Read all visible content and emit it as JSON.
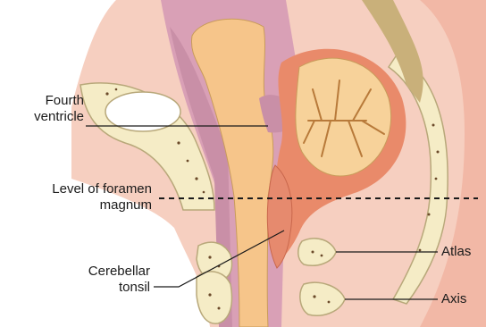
{
  "labels": {
    "fourth_ventricle": [
      "Fourth",
      "ventricle"
    ],
    "foramen_level": [
      "Level of foramen",
      "magnum"
    ],
    "cerebellar_tonsil": [
      "Cerebellar",
      "tonsil"
    ],
    "atlas": "Atlas",
    "axis": "Axis"
  },
  "colors": {
    "skin": "#f6cfc0",
    "bone": "#f5ecc6",
    "bone_outline": "#b8a87a",
    "bone_spots": "#6b4a2a",
    "brainstem": "#f6c58a",
    "ventricle_space": "#d9a0b6",
    "dura": "#c98fa7",
    "cerebellum_leaf": "#f7d29a",
    "cerebellum_outer": "#e98a6a",
    "tonsil": "#e68a6e",
    "leader_line": "#1a1a1a"
  }
}
